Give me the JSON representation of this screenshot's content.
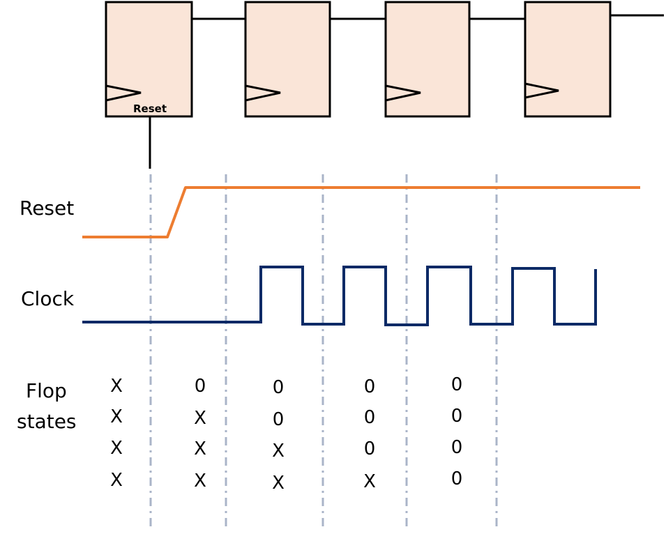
{
  "flops": {
    "count": 4,
    "reset_pin_label": "Reset"
  },
  "labels": {
    "reset": "Reset",
    "clock": "Clock",
    "flop_states_line1": "Flop",
    "flop_states_line2": "states"
  },
  "flop_states": [
    [
      "X",
      "X",
      "X",
      "X"
    ],
    [
      "0",
      "X",
      "X",
      "X"
    ],
    [
      "0",
      "0",
      "X",
      "X"
    ],
    [
      "0",
      "0",
      "0",
      "X"
    ],
    [
      "0",
      "0",
      "0",
      "0"
    ]
  ],
  "colors": {
    "flop_fill": "#fae5d8",
    "reset_wave": "#ed7d31",
    "clock_wave": "#0b2a66",
    "guide_lines": "#aab4c8"
  }
}
